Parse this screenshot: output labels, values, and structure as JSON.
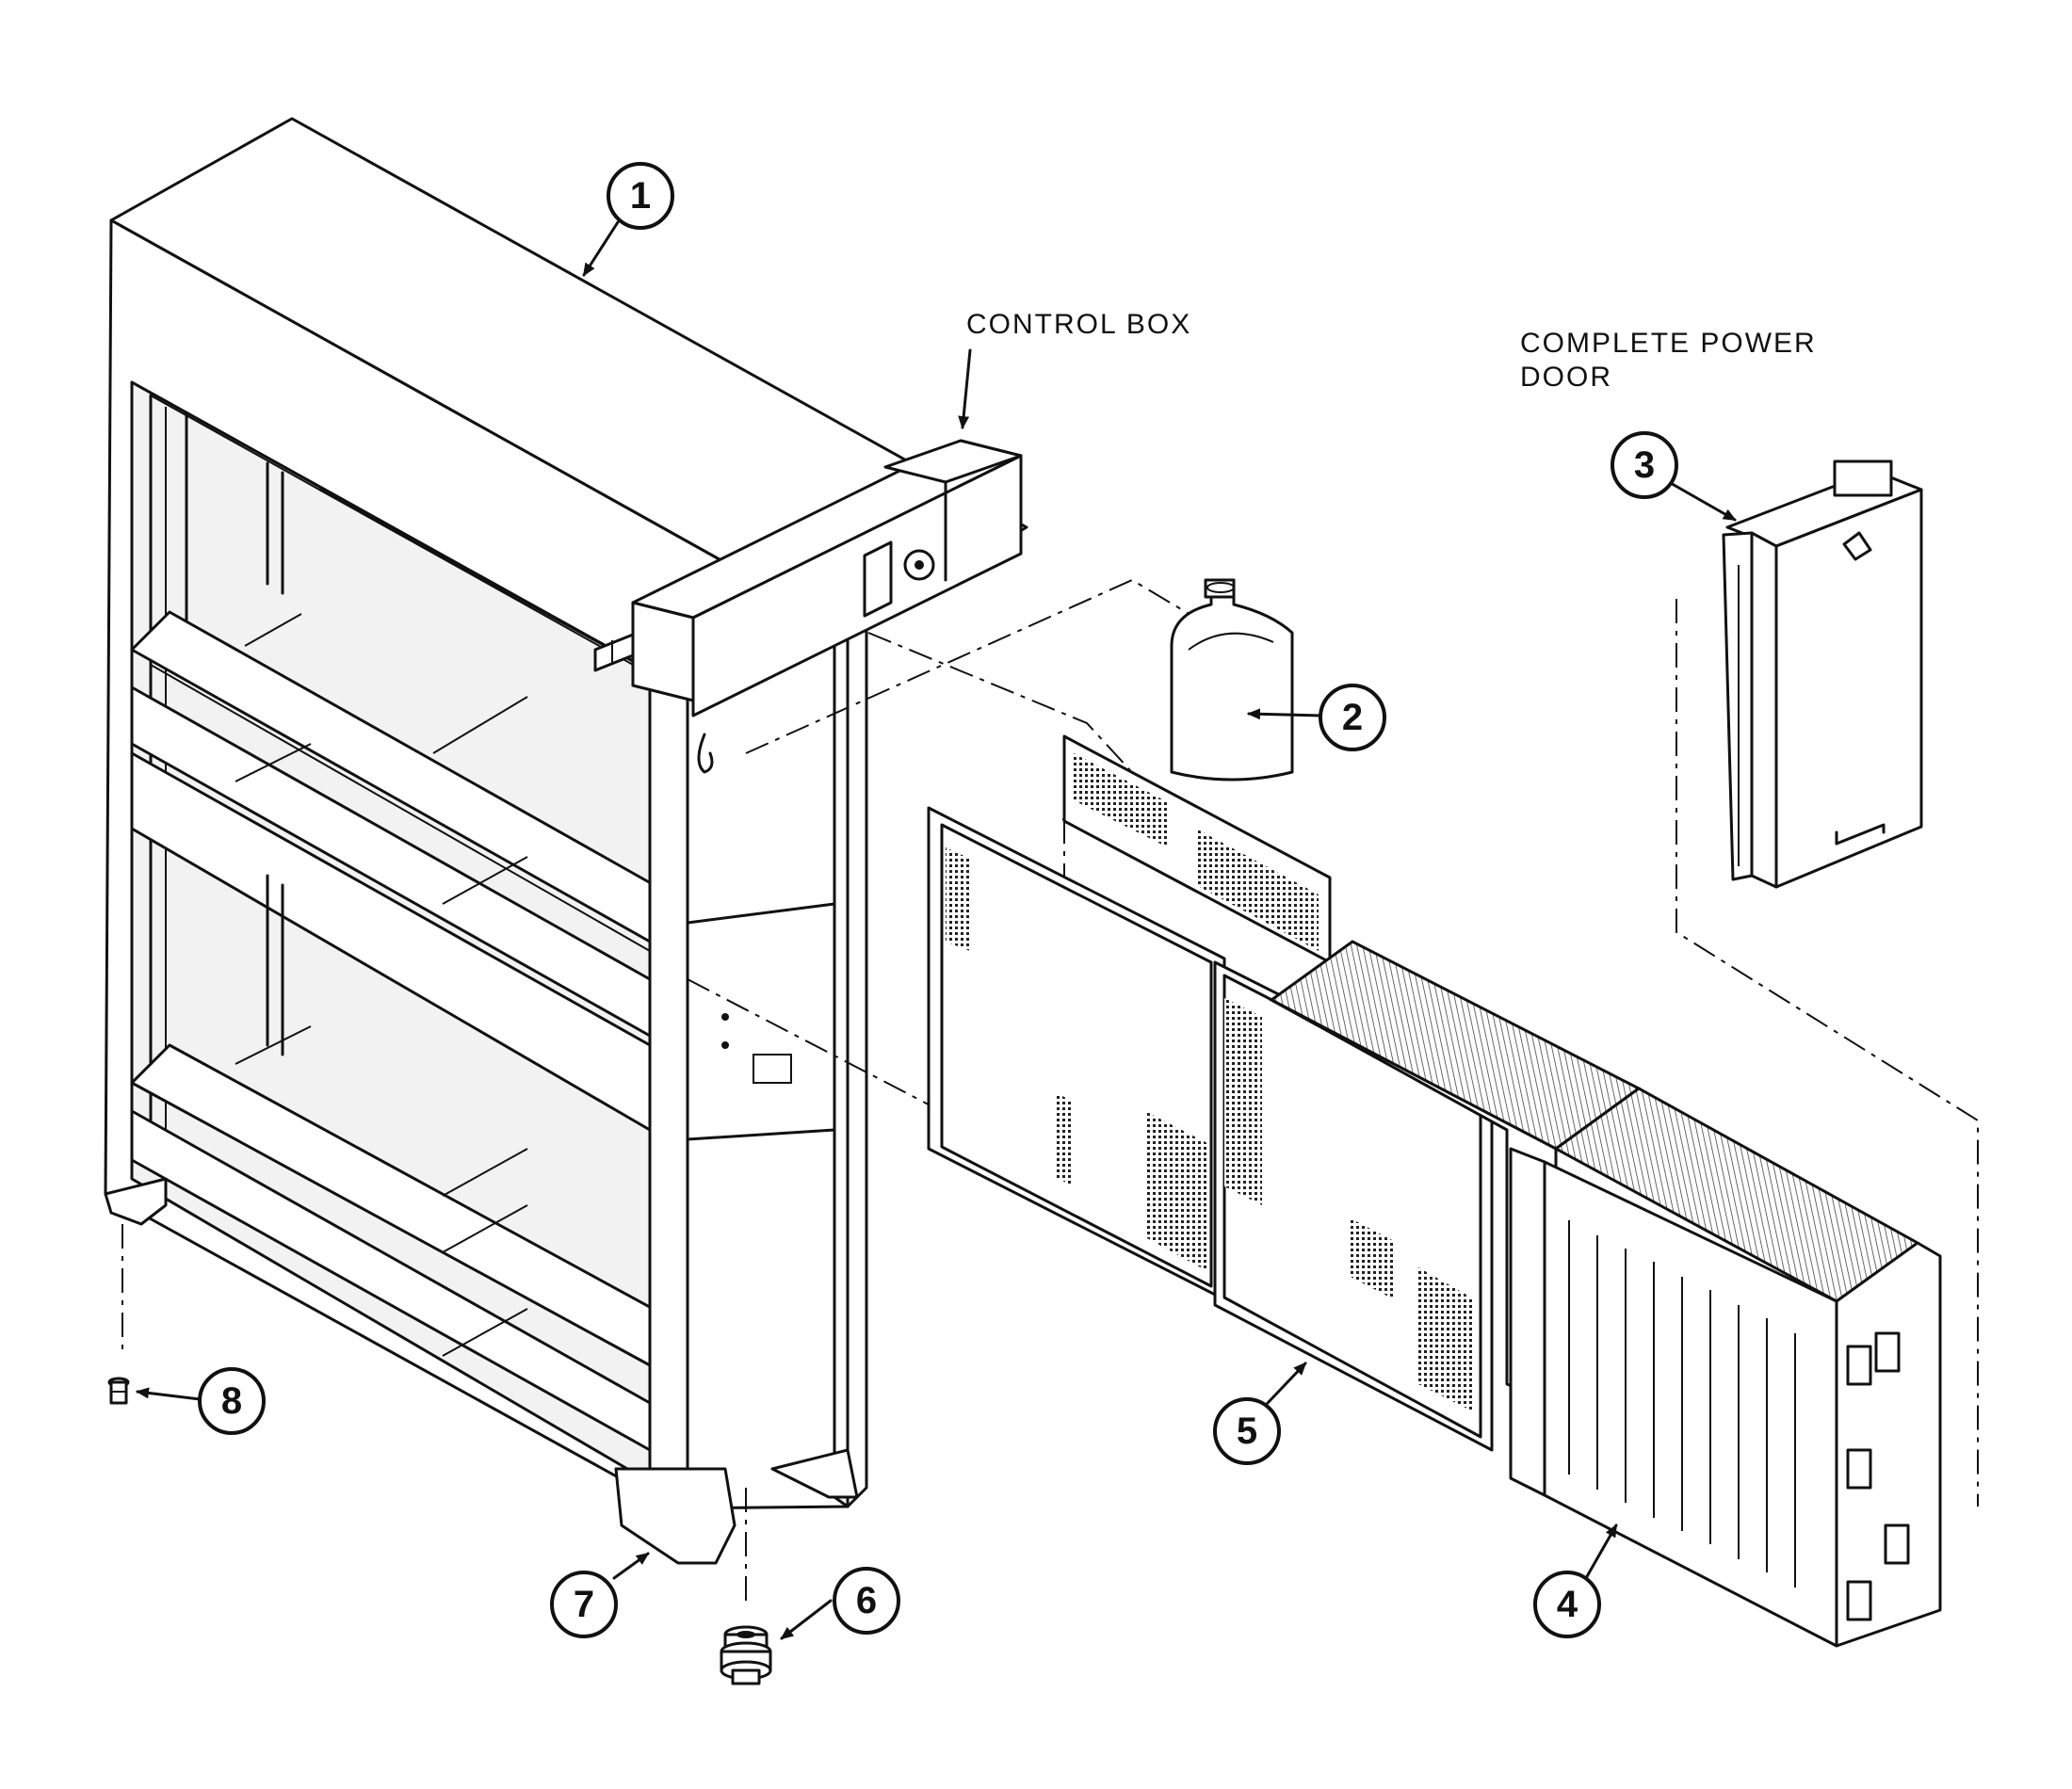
{
  "labels": {
    "control_box": "CONTROL BOX",
    "power_door_line1": "COMPLETE POWER",
    "power_door_line2": "DOOR"
  },
  "callouts": {
    "c1": "1",
    "c2": "2",
    "c3": "3",
    "c4": "4",
    "c5": "5",
    "c6": "6",
    "c7": "7",
    "c8": "8"
  },
  "colors": {
    "ink": "#111111",
    "paper": "#ffffff"
  }
}
